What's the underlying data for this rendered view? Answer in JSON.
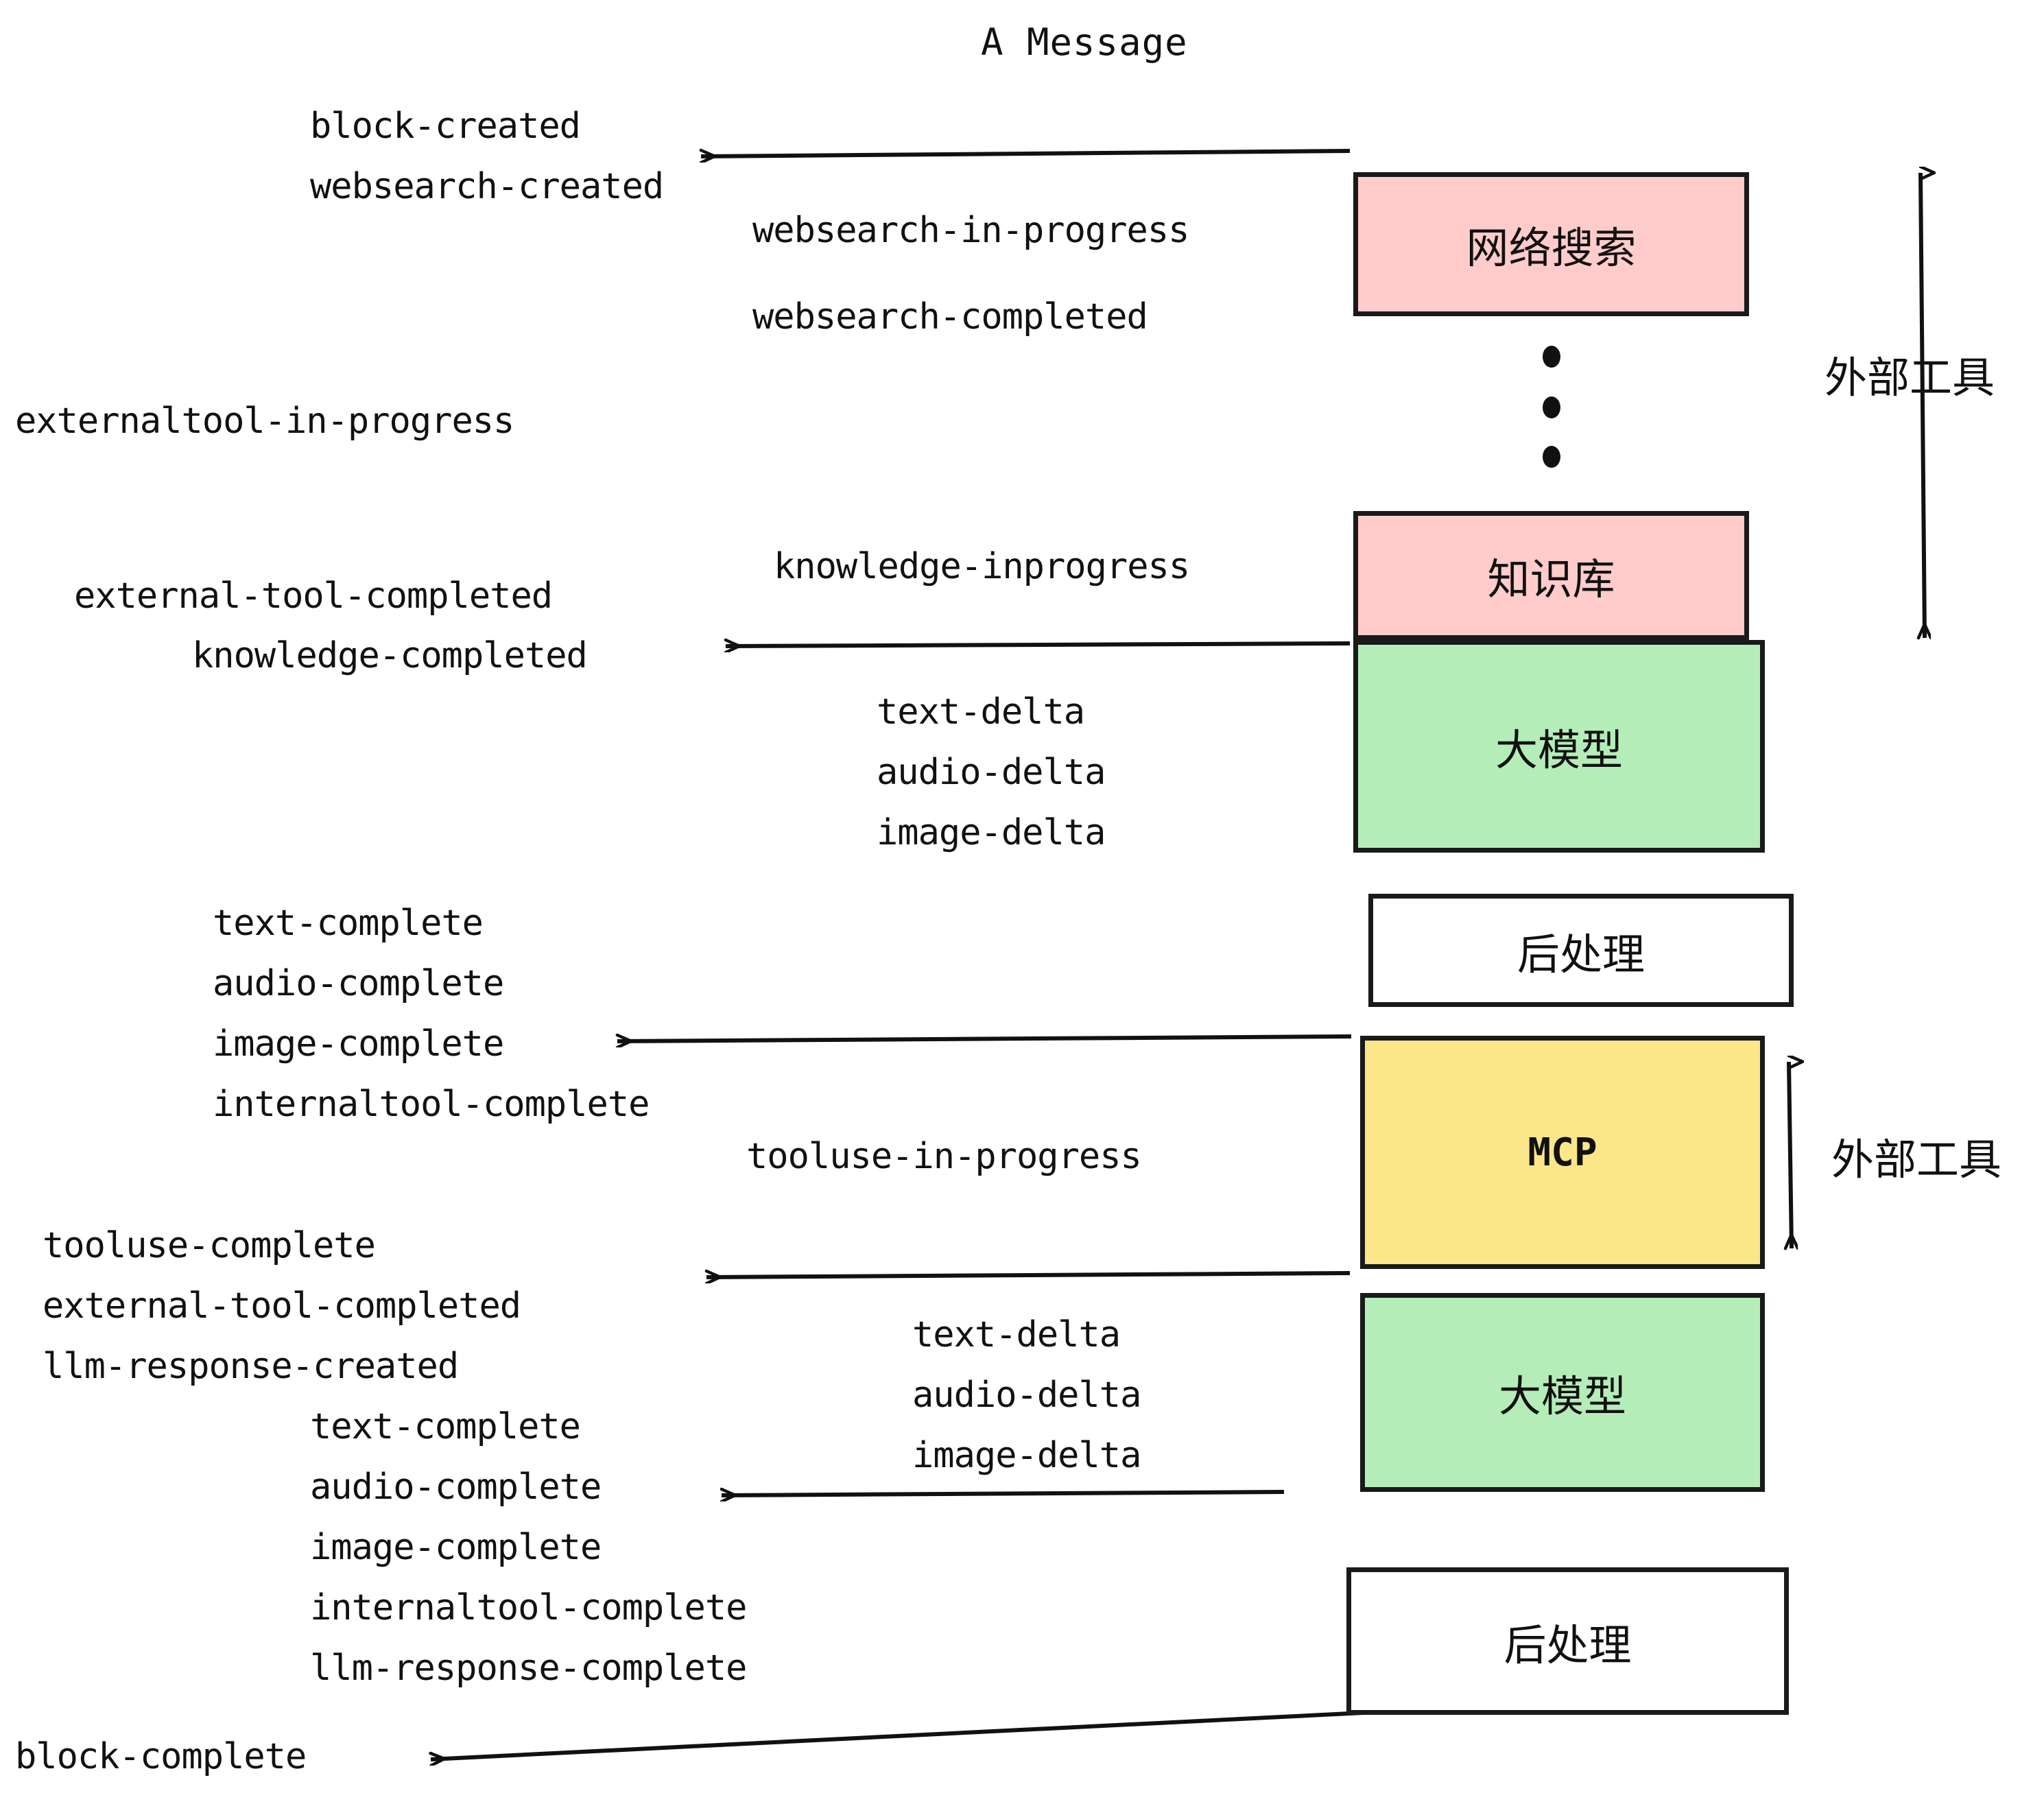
{
  "diagram": {
    "title": "A Message",
    "colors": {
      "pink": "#FFCCCB",
      "green": "#B5EDB9",
      "yellow": "#FCE68A",
      "white": "#FFFFFF",
      "stroke": "#1A1A1A",
      "text": "#111111",
      "background": "#FFFFFF"
    }
  },
  "nodes": [
    {
      "id": "websearch",
      "label": "网络搜索",
      "fill": "pink"
    },
    {
      "id": "knowledge",
      "label": "知识库",
      "fill": "pink"
    },
    {
      "id": "llm-top",
      "label": "大模型",
      "fill": "green"
    },
    {
      "id": "postprocess-top",
      "label": "后处理",
      "fill": "white"
    },
    {
      "id": "mcp",
      "label": "MCP",
      "fill": "yellow"
    },
    {
      "id": "llm-bottom",
      "label": "大模型",
      "fill": "green"
    },
    {
      "id": "postprocess-bottom",
      "label": "后处理",
      "fill": "white"
    }
  ],
  "side_labels": [
    {
      "id": "external-tools-top",
      "label": "外部工具"
    },
    {
      "id": "external-tools-bottom",
      "label": "外部工具"
    }
  ],
  "events": {
    "block_created": "block-created",
    "websearch_created": "websearch-created",
    "websearch_in_progress": "websearch-in-progress",
    "websearch_completed": "websearch-completed",
    "externaltool_in_progress": "externaltool-in-progress",
    "knowledge_inprogress": "knowledge-inprogress",
    "external_tool_completed_1": "external-tool-completed",
    "knowledge_completed": "knowledge-completed",
    "text_delta_1": "text-delta",
    "audio_delta_1": "audio-delta",
    "image_delta_1": "image-delta",
    "text_complete_1": "text-complete",
    "audio_complete_1": "audio-complete",
    "image_complete_1": "image-complete",
    "internaltool_complete_1": "internaltool-complete",
    "tooluse_in_progress": "tooluse-in-progress",
    "tooluse_complete": "tooluse-complete",
    "external_tool_completed_2": "external-tool-completed",
    "llm_response_created": "llm-response-created",
    "text_delta_2": "text-delta",
    "audio_delta_2": "audio-delta",
    "image_delta_2": "image-delta",
    "text_complete_2": "text-complete",
    "audio_complete_2": "audio-complete",
    "image_complete_2": "image-complete",
    "internaltool_complete_2": "internaltool-complete",
    "llm_response_complete": "llm-response-complete",
    "block_complete": "block-complete"
  }
}
